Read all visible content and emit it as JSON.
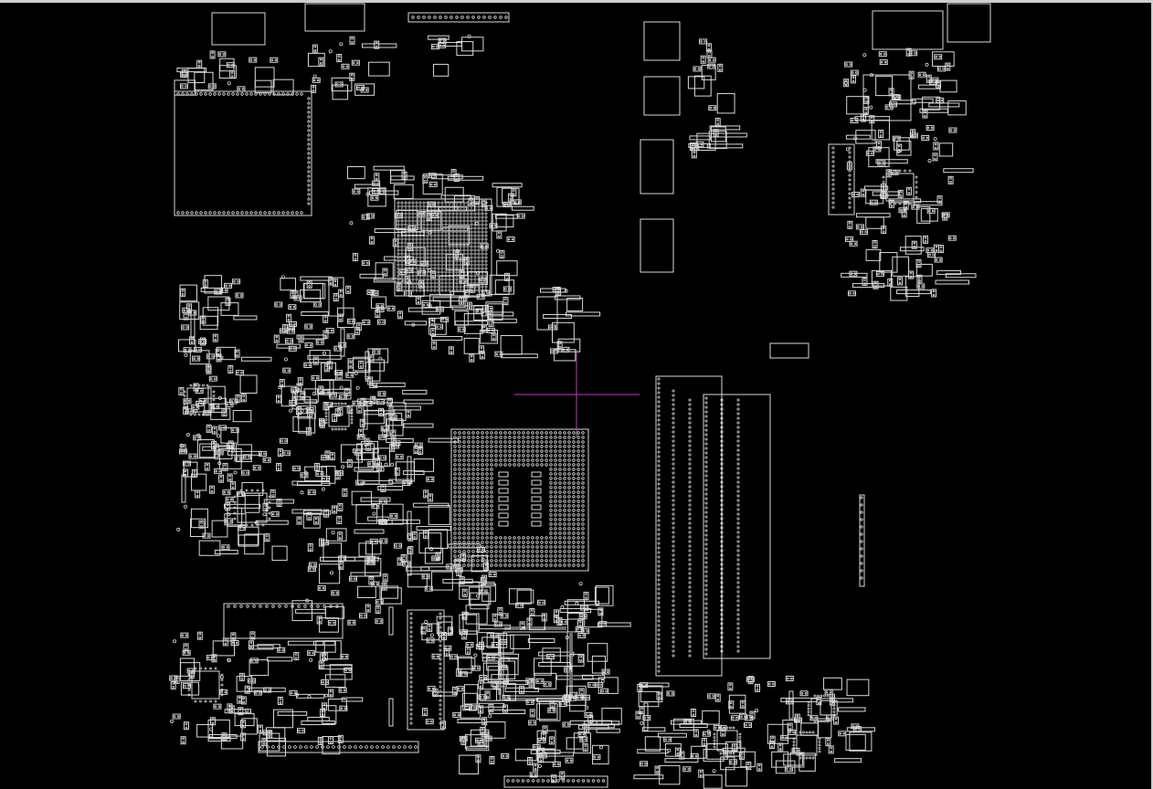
{
  "view": {
    "background": "#000000",
    "line_color": "#d9d9d9",
    "cursor_color": "#c43bc4"
  },
  "cursor": {
    "shape": "crosshair"
  },
  "components": [
    {
      "kind": "cpu-socket-bga",
      "label": ""
    },
    {
      "kind": "pch-bga",
      "label": ""
    },
    {
      "kind": "memory-slot",
      "label": ""
    },
    {
      "kind": "memory-slot",
      "label": ""
    },
    {
      "kind": "qfp-ic",
      "label": ""
    },
    {
      "kind": "qfp-ic",
      "label": ""
    },
    {
      "kind": "connector",
      "label": ""
    },
    {
      "kind": "connector",
      "label": ""
    }
  ]
}
